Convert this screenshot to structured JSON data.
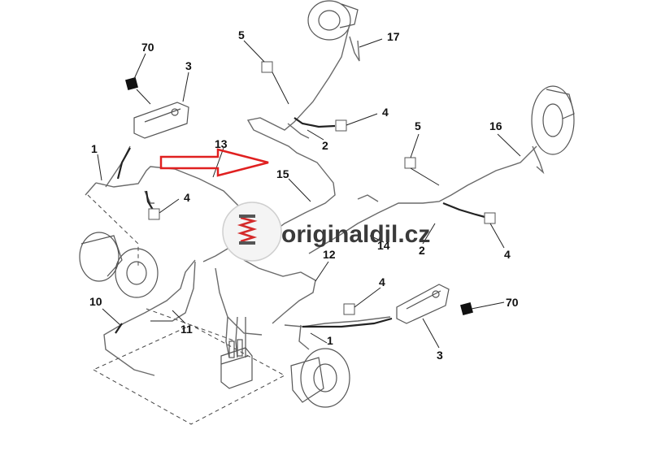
{
  "callouts": [
    "70",
    "3",
    "1",
    "13",
    "4",
    "15",
    "5",
    "17",
    "4",
    "2",
    "5",
    "16",
    "2",
    "14",
    "4",
    "12",
    "4",
    "70",
    "10",
    "11",
    "1",
    "3"
  ],
  "watermark": {
    "text": "originaldil.cz"
  },
  "colors": {
    "arrow": "#e02020",
    "spring": "#d42a2a",
    "line": "#555555",
    "text": "#111111"
  }
}
